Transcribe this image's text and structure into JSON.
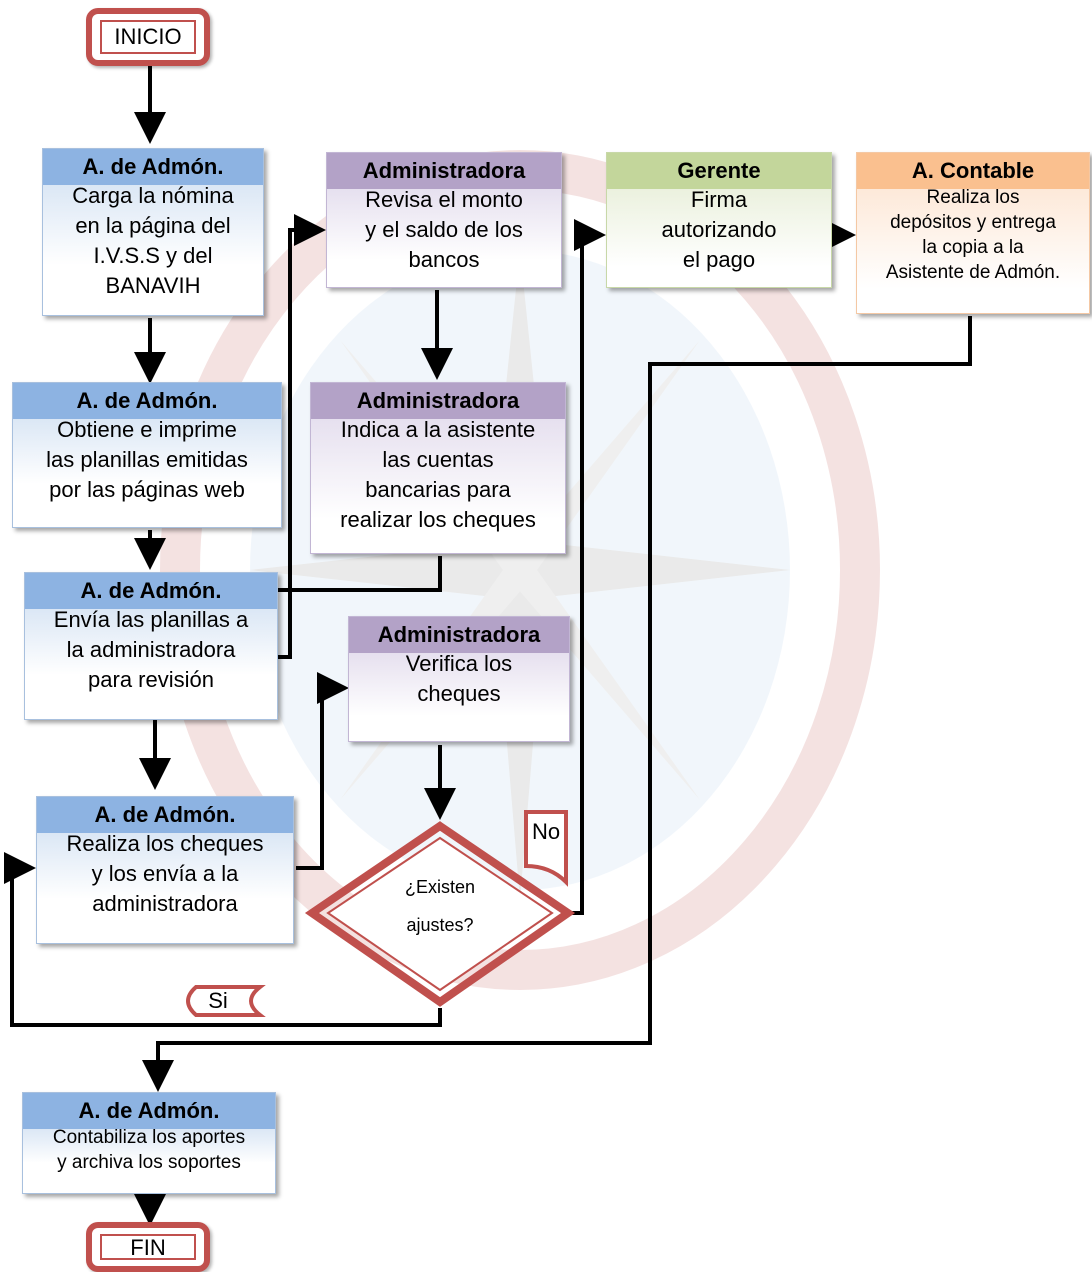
{
  "start_label": "INICIO",
  "end_label": "FIN",
  "steps": [
    {
      "actor": "A. de Admón.",
      "lines": [
        "Carga la nómina",
        "en la página del",
        "I.V.S.S y del",
        "BANAVIH"
      ]
    },
    {
      "actor": "A. de Admón.",
      "lines": [
        "Obtiene e imprime",
        "las planillas emitidas",
        "por las páginas web"
      ]
    },
    {
      "actor": "A. de Admón.",
      "lines": [
        "Envía las planillas a",
        "la administradora",
        "para revisión"
      ]
    },
    {
      "actor": "Administradora",
      "lines": [
        "Revisa el monto",
        "y el saldo de los",
        "bancos"
      ]
    },
    {
      "actor": "Administradora",
      "lines": [
        "Indica a la asistente",
        "las cuentas",
        "bancarias para",
        "realizar los cheques"
      ]
    },
    {
      "actor": "A. de Admón.",
      "lines": [
        "Realiza los cheques",
        "y los envía a la",
        "administradora"
      ]
    },
    {
      "actor": "Administradora",
      "lines": [
        "Verifica los",
        "cheques"
      ]
    },
    {
      "actor": "Gerente",
      "lines": [
        "Firma",
        "autorizando",
        "el pago"
      ]
    },
    {
      "actor": "A. Contable",
      "lines": [
        "Realiza los",
        "depósitos y entrega",
        "la copia a la",
        "Asistente de Admón."
      ]
    },
    {
      "actor": "A. de Admón.",
      "lines": [
        "Contabiliza los aportes",
        "y archiva los soportes"
      ]
    }
  ],
  "decision": {
    "lines": [
      "¿Existen",
      "ajustes?"
    ],
    "yes_label": "Si",
    "no_label": "No"
  },
  "colors": {
    "blue": "#8db3e2",
    "purple": "#b3a2c7",
    "green": "#c3d69b",
    "orange": "#fac08f",
    "terminal": "#c0504d",
    "line": "#000000"
  }
}
